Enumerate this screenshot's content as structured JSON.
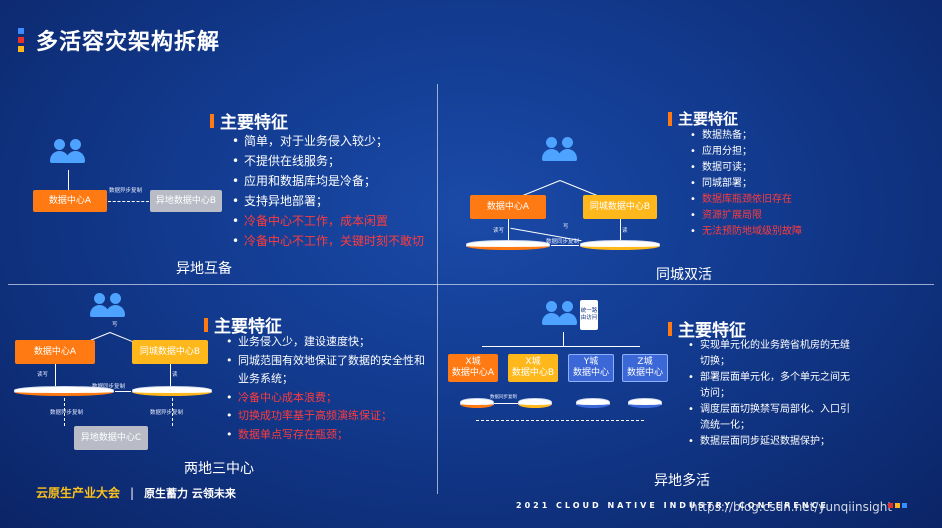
{
  "title": "多活容灾架构拆解",
  "colors": {
    "red": "#e8322d",
    "orange": "#ff7a12",
    "yellow": "#ffb81c",
    "blue": "#3c67d6"
  },
  "q1": {
    "center_a": "数据中心A",
    "center_b": "异地数据中心B",
    "sync_label": "数据异步复制",
    "heading": "主要特征",
    "features": [
      {
        "text": "简单，对于业务侵入较少；",
        "red": false
      },
      {
        "text": "不提供在线服务；",
        "red": false
      },
      {
        "text": "应用和数据库均是冷备；",
        "red": false
      },
      {
        "text": "支持异地部署；",
        "red": false
      },
      {
        "text": "冷备中心不工作，成本闲置",
        "red": true
      },
      {
        "text": "冷备中心不工作，关键时刻不敢切",
        "red": true
      }
    ],
    "label": "异地互备"
  },
  "q2": {
    "center_a": "数据中心A",
    "center_b": "同城数据中心B",
    "rw_label": "读写",
    "write_label": "写",
    "read_label": "读",
    "sync_label": "数据同步复制",
    "heading": "主要特征",
    "features": [
      {
        "text": "数据热备；",
        "red": false
      },
      {
        "text": "应用分担；",
        "red": false
      },
      {
        "text": "数据可读；",
        "red": false
      },
      {
        "text": "同城部署；",
        "red": false
      },
      {
        "text": "数据库瓶颈依旧存在",
        "red": true
      },
      {
        "text": "资源扩展局限",
        "red": true
      },
      {
        "text": "无法预防地域级别故障",
        "red": true
      }
    ],
    "label": "同城双活"
  },
  "q3": {
    "center_a": "数据中心A",
    "center_b": "同城数据中心B",
    "center_c": "异地数据中心C",
    "rw_label": "读写",
    "write_label": "写",
    "read_label": "读",
    "sync_label": "数据同步复制",
    "async_label_1": "数据异步复制",
    "async_label_2": "数据异步复制",
    "heading": "主要特征",
    "features": [
      {
        "text": "业务侵入少，建设速度快；",
        "red": false
      },
      {
        "text": "同城范围有效地保证了数据的安全性和业务系统；",
        "red": false
      },
      {
        "text": "冷备中心成本浪费；",
        "red": true
      },
      {
        "text": "切换成功率基于高频演练保证；",
        "red": true
      },
      {
        "text": "数据单点写存在瓶颈；",
        "red": true
      }
    ],
    "label": "两地三中心"
  },
  "q4": {
    "router": "统一路由访问",
    "centers": [
      {
        "line1": "X城",
        "line2": "数据中心A"
      },
      {
        "line1": "X城",
        "line2": "数据中心B"
      },
      {
        "line1": "Y城",
        "line2": "数据中心"
      },
      {
        "line1": "Z城",
        "line2": "数据中心"
      }
    ],
    "sync_label": "数据同步复制",
    "heading": "主要特征",
    "features": [
      {
        "text": "实现单元化的业务跨省机房的无缝切换；",
        "red": false
      },
      {
        "text": "部署层面单元化，多个单元之间无访问；",
        "red": false
      },
      {
        "text": "调度层面切换禁写局部化、入口引流统一化；",
        "red": false
      },
      {
        "text": "数据层面同步延迟数据保护；",
        "red": false
      }
    ],
    "label": "异地多活"
  },
  "footer": {
    "brand": "云原生产业大会",
    "separator": "|",
    "slogan": "原生蓄力 云领未来",
    "conference": "2021 CLOUD NATIVE INDUSTRY CONFERENCE",
    "watermark": "https://blog.csdn.net/yunqiinsight"
  }
}
